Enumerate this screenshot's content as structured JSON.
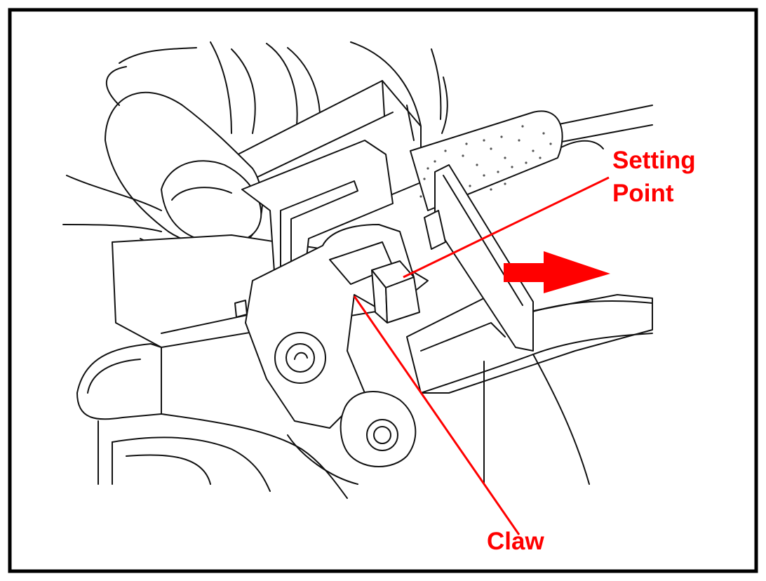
{
  "labels": {
    "setting_point_line1": "Setting",
    "setting_point_line2": "Point",
    "claw": "Claw"
  },
  "colors": {
    "callout": "#ff0000",
    "linework": "#111111",
    "frame": "#000000",
    "background": "#ffffff"
  },
  "icons": {
    "direction_arrow": "arrow-right-icon"
  }
}
